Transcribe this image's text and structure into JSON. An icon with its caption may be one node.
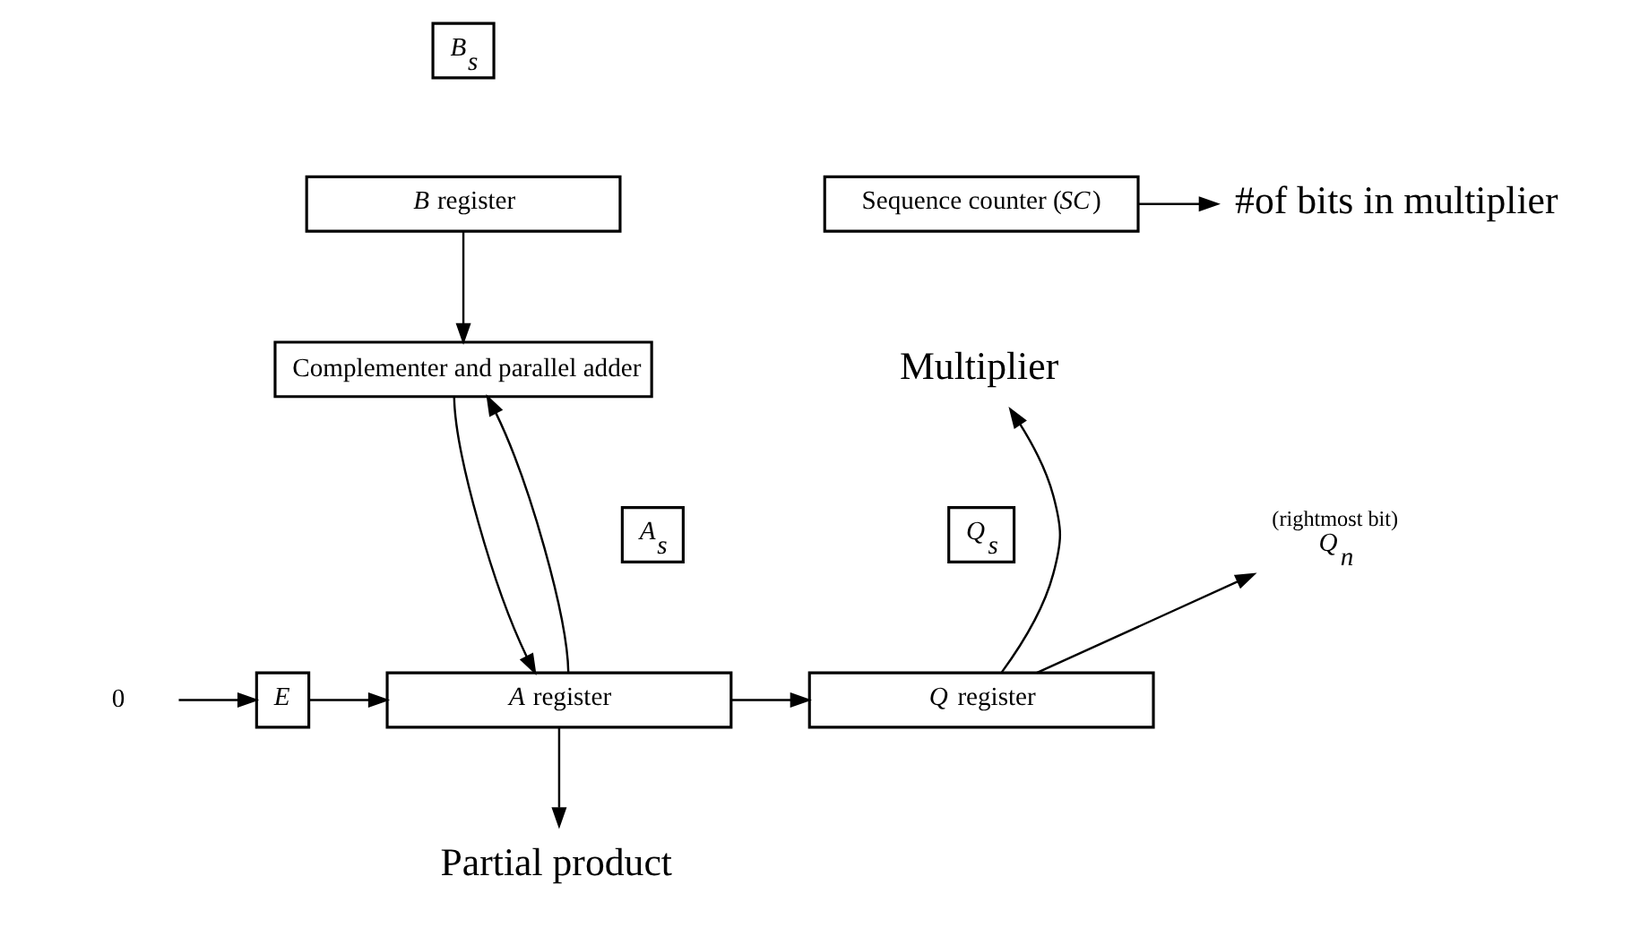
{
  "diagram": {
    "nodes": [
      {
        "text": [
          "*B*$_{s}$"
        ]
      },
      {
        "text": [
          "*B* register"
        ]
      },
      {
        "text": [
          "Sequence counter (*SC*)"
        ]
      },
      {
        "text": [
          "#of bits in multiplier"
        ]
      },
      {
        "text": [
          "Complementer and parallel adder"
        ]
      },
      {
        "text": [
          "Multiplier"
        ]
      },
      {
        "text": [
          "*A*$_{s}$"
        ]
      },
      {
        "text": [
          "*Q*$_{s}$"
        ]
      },
      {
        "text": [
          "*Q*$_{n}$"
        ],
        "beside": [
          "(rightmost bit)"
        ]
      },
      {
        "text": [
          "0"
        ]
      },
      {
        "text": [
          "*E*"
        ]
      },
      {
        "text": [
          "*A* register"
        ]
      },
      {
        "text": [
          "*Q* register"
        ]
      },
      {
        "text": [
          "Partial product"
        ]
      }
    ],
    "edges": [
      {
        "from": 1,
        "to": 4,
        "arrow": "to"
      },
      {
        "from": 4,
        "to": 11,
        "arrow": "to"
      },
      {
        "from": 11,
        "to": 4,
        "arrow": "to"
      },
      {
        "from": 2,
        "to": 3,
        "arrow": "to"
      },
      {
        "from": 12,
        "to": 5,
        "arrow": "to"
      },
      {
        "from": 12,
        "to": 8,
        "arrow": "to"
      },
      {
        "from": 9,
        "to": 10,
        "arrow": "to"
      },
      {
        "from": 10,
        "to": 11,
        "arrow": "to"
      },
      {
        "from": 11,
        "to": 12,
        "arrow": "to"
      },
      {
        "from": 11,
        "to": 13,
        "arrow": "to"
      }
    ]
  }
}
